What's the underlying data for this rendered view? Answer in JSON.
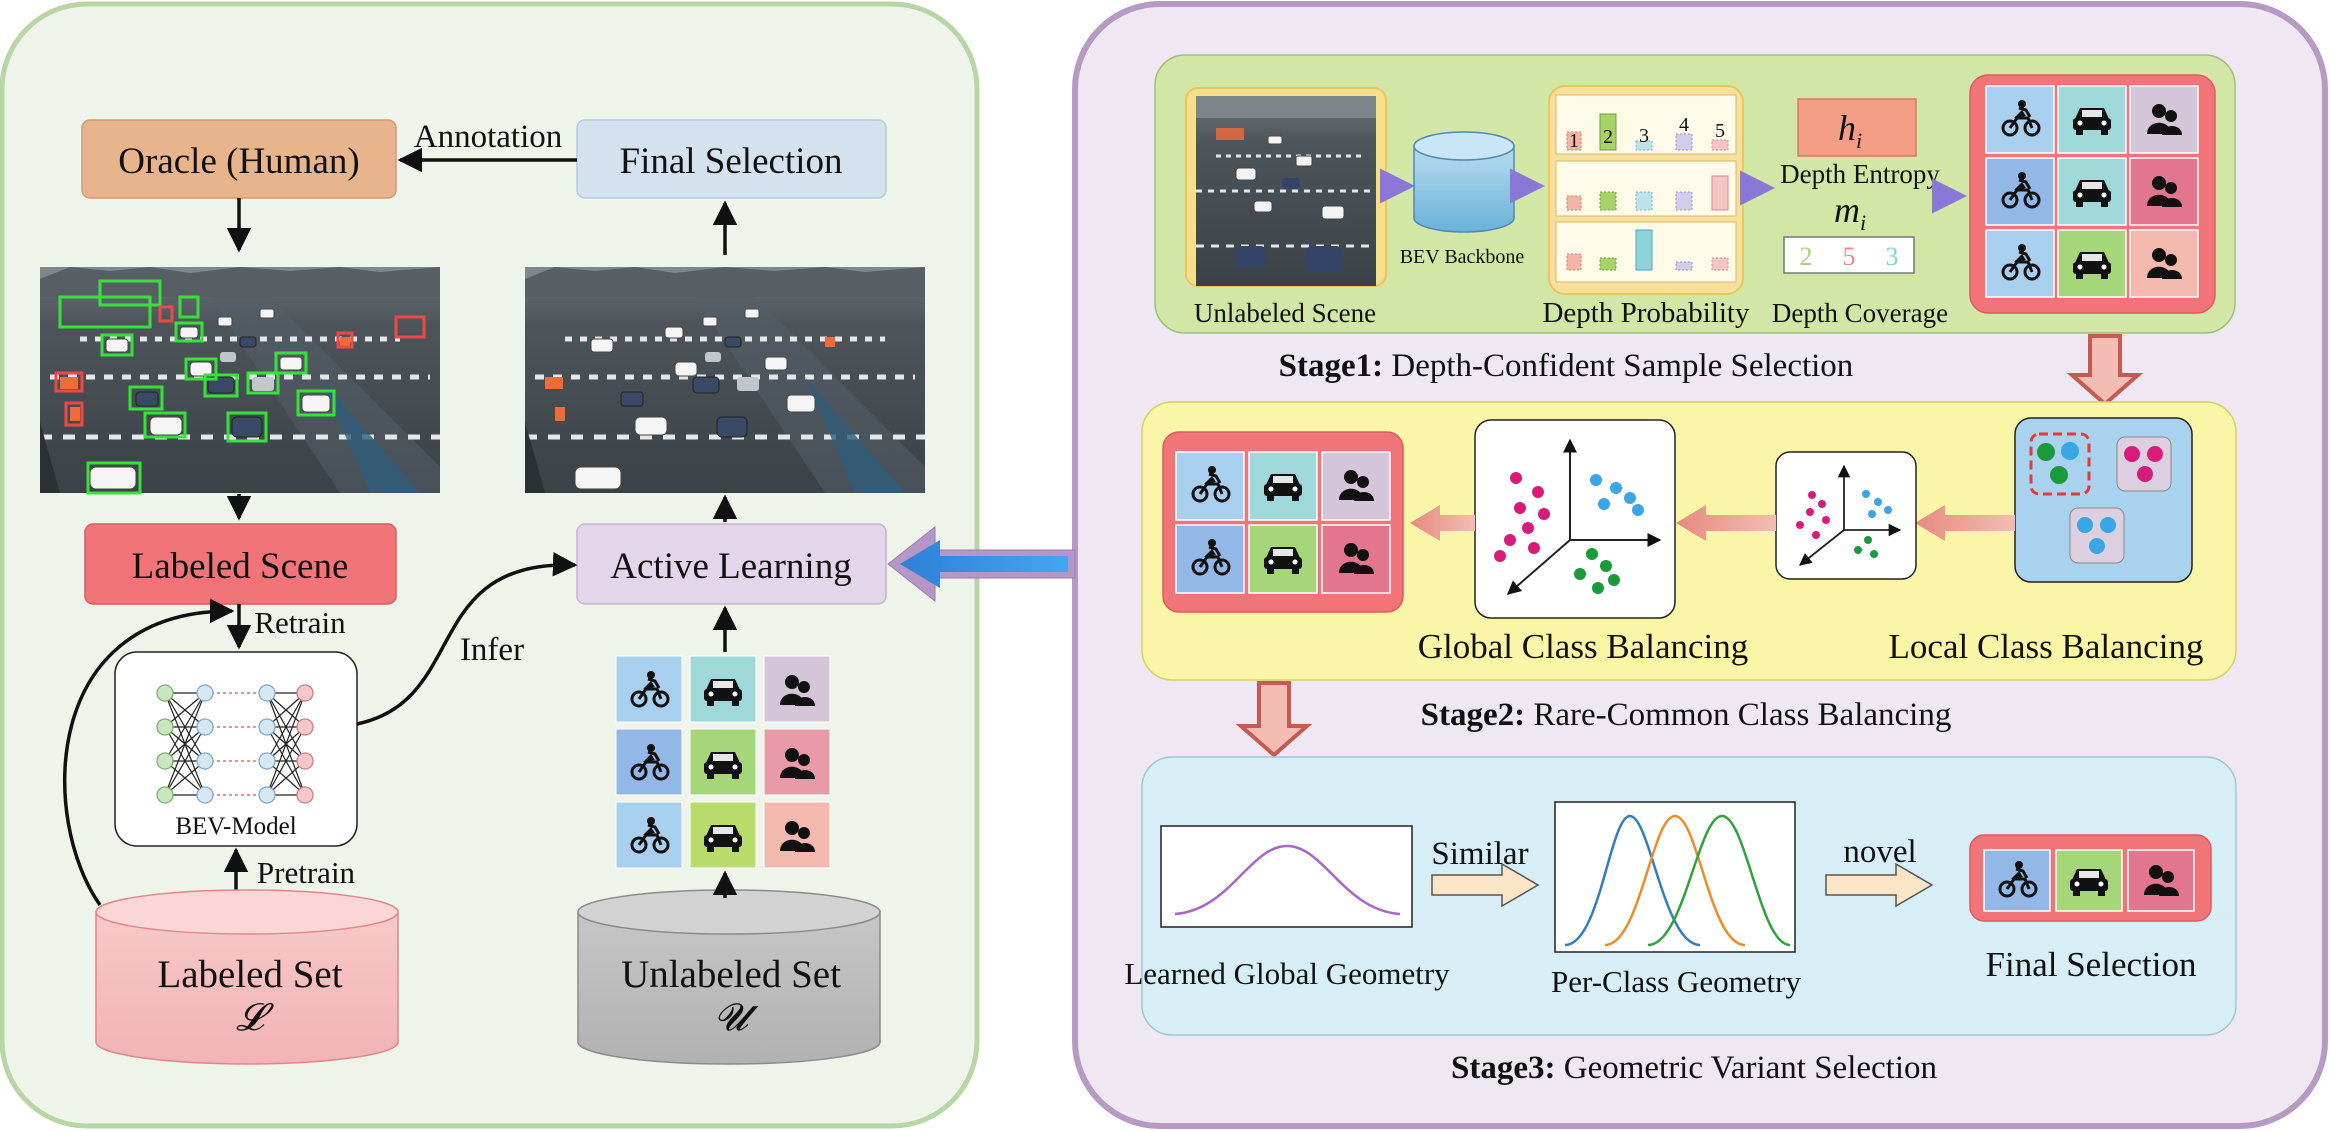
{
  "left": {
    "oracle": "Oracle (Human)",
    "annotation": "Annotation",
    "final_selection": "Final Selection",
    "labeled_scene": "Labeled Scene",
    "active_learning": "Active Learning",
    "retrain": "Retrain",
    "infer": "Infer",
    "pretrain": "Pretrain",
    "bev_model": "BEV-Model",
    "labeled_set": "Labeled Set",
    "labeled_set_symbol": "𝓛",
    "unlabeled_set": "Unlabeled Set",
    "unlabeled_set_symbol": "𝓤"
  },
  "stage1": {
    "title_bold": "Stage1:",
    "title_rest": " Depth-Confident Sample Selection",
    "unlabeled_scene": "Unlabeled Scene",
    "bev_backbone": "BEV Backbone",
    "depth_probability": "Depth Probability",
    "bar_labels": [
      "1",
      "2",
      "3",
      "4",
      "5"
    ],
    "entropy_symbol": "h",
    "entropy_sub": "i",
    "depth_entropy": "Depth Entropy",
    "coverage_symbol": "m",
    "coverage_sub": "i",
    "coverage_values": [
      "2",
      "5",
      "3"
    ],
    "depth_coverage": "Depth Coverage"
  },
  "stage2": {
    "title_bold": "Stage2:",
    "title_rest": " Rare-Common Class Balancing",
    "global": "Global Class Balancing",
    "local": "Local Class Balancing"
  },
  "stage3": {
    "title_bold": "Stage3:",
    "title_rest": " Geometric Variant Selection",
    "similar": "Similar",
    "novel": "novel",
    "learned_global": "Learned Global Geometry",
    "per_class": "Per-Class Geometry",
    "final_selection": "Final Selection"
  },
  "icons": [
    "motorcycle-icon",
    "car-icon",
    "pedestrian-icon"
  ],
  "colors": {
    "left_panel_bg": "#eef4ea",
    "left_panel_border": "#b8d6a4",
    "right_panel_bg": "#efe7f1",
    "right_panel_border": "#b69ac4",
    "stage1_bg": "#d2e6a5",
    "stage2_bg": "#fbf6a7",
    "stage3_bg": "#d7eef6",
    "oracle": "#e8b48c",
    "final_selection": "#d4e2f0",
    "labeled_scene": "#f07478",
    "active_learning": "#e3d6ea",
    "arrow_red": "#e98a84",
    "arrow_blue": "#3a8fe2",
    "blue_cell": "#a9cfee",
    "teal_cell": "#9fd8d8",
    "mauve_cell": "#d4c6d8",
    "green_cell": "#a5d67a",
    "pink_cell": "#e89aa8",
    "salmon_cell": "#f3b8ae"
  }
}
